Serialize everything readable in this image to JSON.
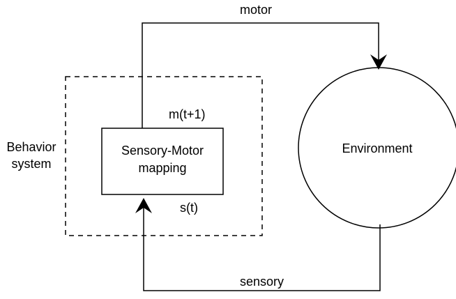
{
  "diagram": {
    "labels": {
      "motor": "motor",
      "sensory": "sensory",
      "behavior_line1": "Behavior",
      "behavior_line2": "system",
      "mapping_line1": "Sensory-Motor",
      "mapping_line2": "mapping",
      "m_t1": "m(t+1)",
      "s_t": "s(t)",
      "environment": "Environment"
    },
    "colors": {
      "stroke": "#000000",
      "background": "#ffffff"
    }
  }
}
